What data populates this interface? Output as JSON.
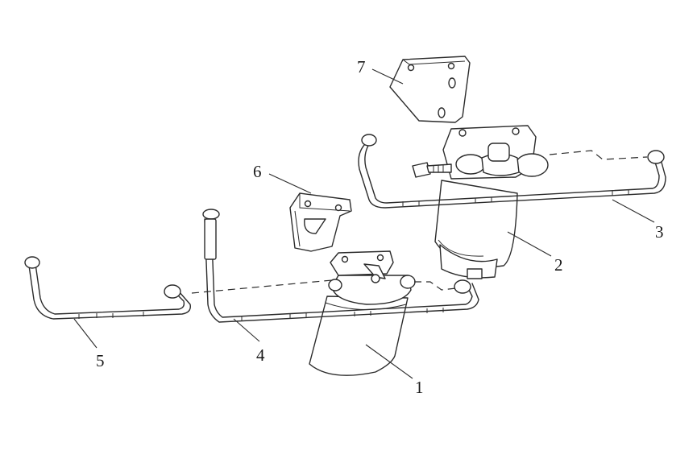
{
  "diagram": {
    "callouts": [
      {
        "id": "c1",
        "label": "1"
      },
      {
        "id": "c2",
        "label": "2"
      },
      {
        "id": "c3",
        "label": "3"
      },
      {
        "id": "c4",
        "label": "4"
      },
      {
        "id": "c5",
        "label": "5"
      },
      {
        "id": "c6",
        "label": "6"
      },
      {
        "id": "c7",
        "label": "7"
      }
    ],
    "colors": {
      "stroke": "#2b2b2b",
      "background": "#ffffff"
    }
  }
}
